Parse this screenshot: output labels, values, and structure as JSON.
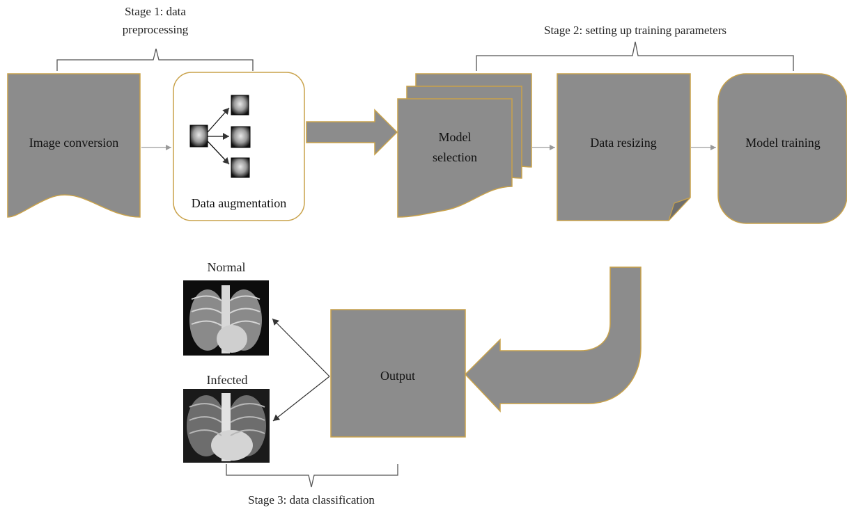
{
  "stages": {
    "stage1_line1": "Stage 1: data",
    "stage1_line2": "preprocessing",
    "stage2": "Stage 2: setting up training parameters",
    "stage3": "Stage 3: data classification"
  },
  "nodes": {
    "image_conversion": "Image conversion",
    "data_augmentation": "Data augmentation",
    "model_selection_line1": "Model",
    "model_selection_line2": "selection",
    "data_resizing": "Data resizing",
    "model_training": "Model training",
    "output": "Output"
  },
  "results": {
    "normal": "Normal",
    "infected": "Infected"
  },
  "colors": {
    "node_fill": "#8c8c8c",
    "node_border": "#c9a24a"
  }
}
